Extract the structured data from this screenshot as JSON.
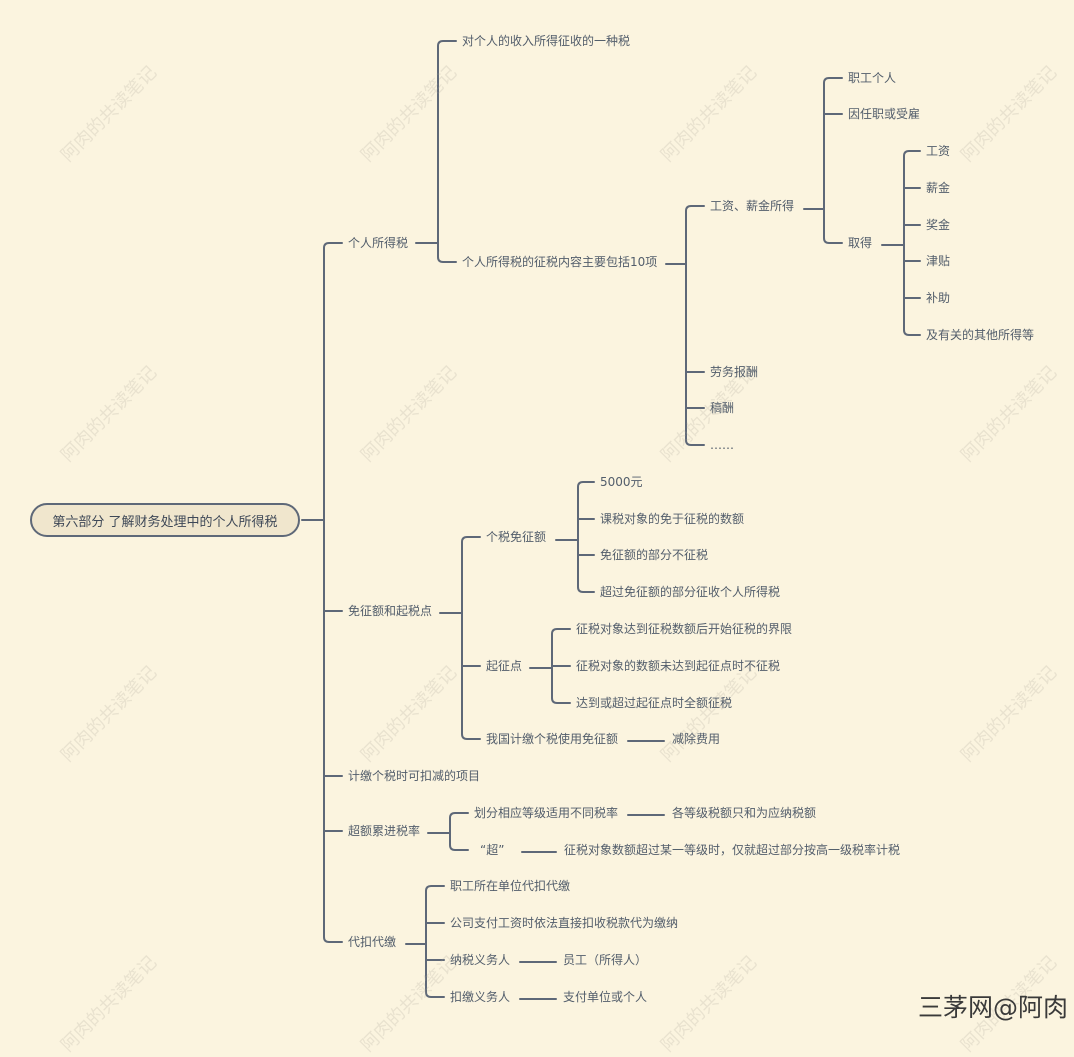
{
  "root": "第六部分  了解财务处理中的个人所得税",
  "nodes": {
    "l1_1": "个人所得税",
    "l1_2": "免征额和起税点",
    "l1_3": "计缴个税时可扣减的项目",
    "l1_4": "超额累进税率",
    "l1_5": "代扣代缴",
    "a1": "对个人的收入所得征收的一种税",
    "a2": "个人所得税的征税内容主要包括10项",
    "a2_1": "工资、薪金所得",
    "a2_2": "劳务报酬",
    "a2_3": "稿酬",
    "a2_4": "……",
    "b1": "职工个人",
    "b2": "因任职或受雇",
    "b3": "取得",
    "c1": "工资",
    "c2": "薪金",
    "c3": "奖金",
    "c4": "津贴",
    "c5": "补助",
    "c6": "及有关的其他所得等",
    "m1": "个税免征额",
    "m1_1": "5000元",
    "m1_2": "课税对象的免于征税的数额",
    "m1_3": "免征额的部分不征税",
    "m1_4": "超过免征额的部分征收个人所得税",
    "m2": "起征点",
    "m2_1": "征税对象达到征税数额后开始征税的界限",
    "m2_2": "征税对象的数额未达到起征点时不征税",
    "m2_3": "达到或超过起征点时全额征税",
    "m3": "我国计缴个税使用免征额",
    "m3_1": "减除费用",
    "t1": "划分相应等级适用不同税率",
    "t1_1": "各等级税额只和为应纳税额",
    "t2": "“超”",
    "t2_1": "征税对象数额超过某一等级时，仅就超过部分按高一级税率计税",
    "d1": "职工所在单位代扣代缴",
    "d2": "公司支付工资时依法直接扣收税款代为缴纳",
    "d3": "纳税义务人",
    "d3_1": "员工（所得人）",
    "d4": "扣缴义务人",
    "d4_1": "支付单位或个人"
  },
  "watermark": "阿肉的共读笔记",
  "brand": "三茅网@阿肉",
  "colors": {
    "background": "#fbf4df",
    "line": "#5e6878",
    "text": "#525d6b"
  }
}
